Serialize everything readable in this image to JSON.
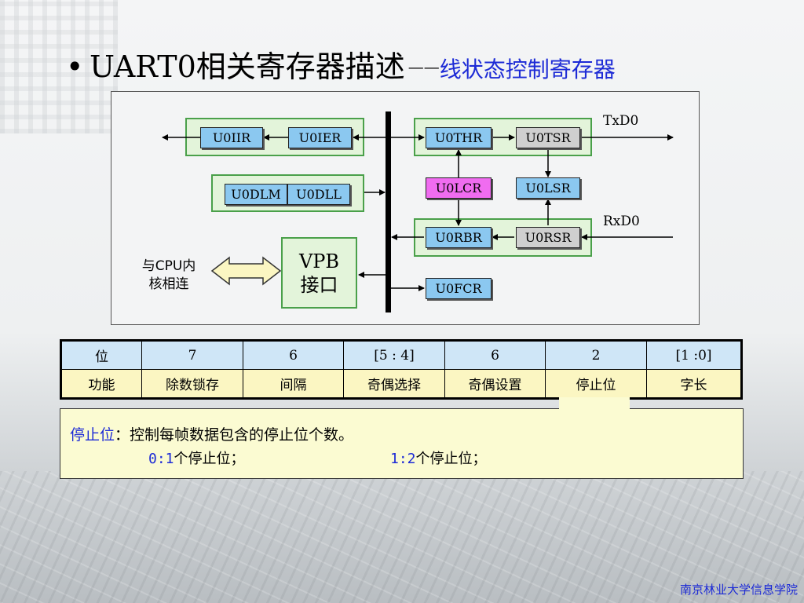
{
  "slide": {
    "bullet": "•",
    "title": "UART0相关寄存器描述",
    "dash": "——",
    "subtitle": "线状态控制寄存器"
  },
  "diagram": {
    "registers": {
      "u0iir": "U0IIR",
      "u0ier": "U0IER",
      "u0dlm": "U0DLM",
      "u0dll": "U0DLL",
      "u0thr": "U0THR",
      "u0tsr": "U0TSR",
      "u0lcr": "U0LCR",
      "u0lsr": "U0LSR",
      "u0rbr": "U0RBR",
      "u0rsr": "U0RSR",
      "u0fcr": "U0FCR"
    },
    "vpb_line1": "VPB",
    "vpb_line2": "接口",
    "cpu_line1": "与CPU内",
    "cpu_line2": "核相连",
    "txd": "TxD0",
    "rxd": "RxD0",
    "colors": {
      "group_fill": "#e3f4da",
      "group_border": "#4aa04a",
      "reg_blue": "#8bc8f0",
      "reg_gray": "#cfcfcf",
      "reg_pink": "#f06cf0"
    }
  },
  "table": {
    "header": [
      "位",
      "7",
      "6",
      "[5 : 4]",
      "6",
      "2",
      "[1 :0]"
    ],
    "function": [
      "功能",
      "除数锁存",
      "间隔",
      "奇偶选择",
      "奇偶设置",
      "停止位",
      "字长"
    ]
  },
  "note": {
    "term": "停止位",
    "colon": "：",
    "desc": "控制每帧数据包含的停止位个数。",
    "opt0_code": "0:1",
    "opt0_text": "个停止位；",
    "opt1_code": "1:2",
    "opt1_text": "个停止位；"
  },
  "footer": "南京林业大学信息学院"
}
